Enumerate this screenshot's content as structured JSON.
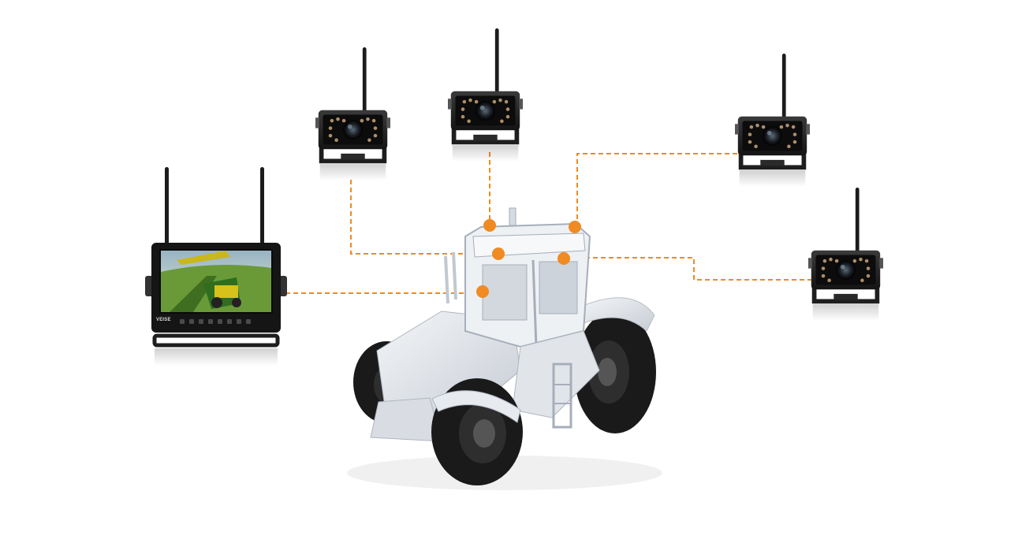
{
  "diagram": {
    "monitor": {
      "brand_text": "VEISE",
      "button_count": 8
    },
    "cameras": [
      {
        "id": "camera-1",
        "led_count": 12
      },
      {
        "id": "camera-2",
        "led_count": 12
      },
      {
        "id": "camera-3",
        "led_count": 12
      },
      {
        "id": "camera-4",
        "led_count": 12
      }
    ],
    "mount_points": 5,
    "colors": {
      "accent": "#f08a22",
      "device_body": "#1b1b1b",
      "device_bezel": "#2b2b2b",
      "tractor_body": "#e3e6ea",
      "tractor_shadow": "#b6bcc6",
      "tire": "#1a1a1a",
      "background": "#ffffff"
    },
    "icons": {
      "monitor": "monitor-icon",
      "camera": "camera-icon",
      "vehicle": "tractor-illustration",
      "mount": "mount-point-dot"
    }
  }
}
